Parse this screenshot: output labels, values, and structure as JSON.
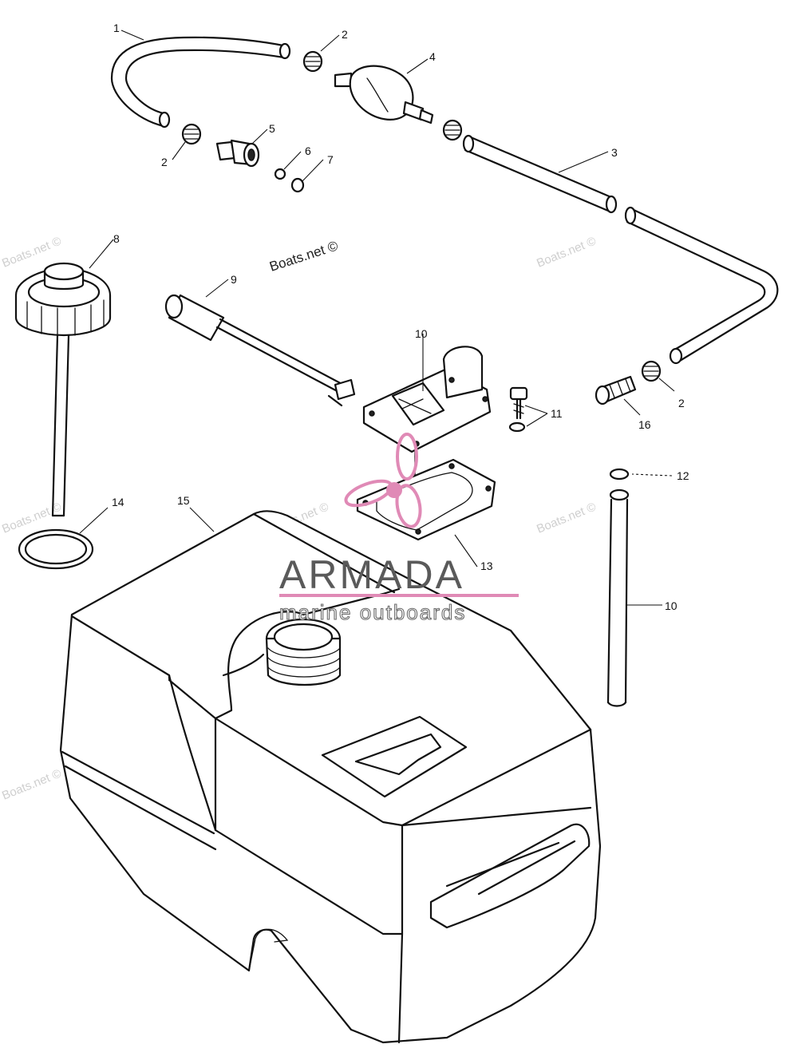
{
  "callouts": [
    {
      "id": "callout-1",
      "text": "1"
    },
    {
      "id": "callout-2a",
      "text": "2"
    },
    {
      "id": "callout-2b",
      "text": "2"
    },
    {
      "id": "callout-2c",
      "text": "2"
    },
    {
      "id": "callout-3",
      "text": "3"
    },
    {
      "id": "callout-4",
      "text": "4"
    },
    {
      "id": "callout-5",
      "text": "5"
    },
    {
      "id": "callout-6",
      "text": "6"
    },
    {
      "id": "callout-7",
      "text": "7"
    },
    {
      "id": "callout-8",
      "text": "8"
    },
    {
      "id": "callout-9",
      "text": "9"
    },
    {
      "id": "callout-10a",
      "text": "10"
    },
    {
      "id": "callout-10b",
      "text": "10"
    },
    {
      "id": "callout-11",
      "text": "11"
    },
    {
      "id": "callout-12",
      "text": "12"
    },
    {
      "id": "callout-13",
      "text": "13"
    },
    {
      "id": "callout-14",
      "text": "14"
    },
    {
      "id": "callout-15",
      "text": "15"
    },
    {
      "id": "callout-16",
      "text": "16"
    }
  ],
  "watermark": {
    "text": "Boats.net ©",
    "brand_name": "ARMADA",
    "brand_tagline": "marine outboards"
  },
  "colors": {
    "line": "#111111",
    "watermark_gray": "#cfcfcf",
    "brand_pink": "#e08ab6",
    "brand_gray": "#5a5a5a"
  }
}
